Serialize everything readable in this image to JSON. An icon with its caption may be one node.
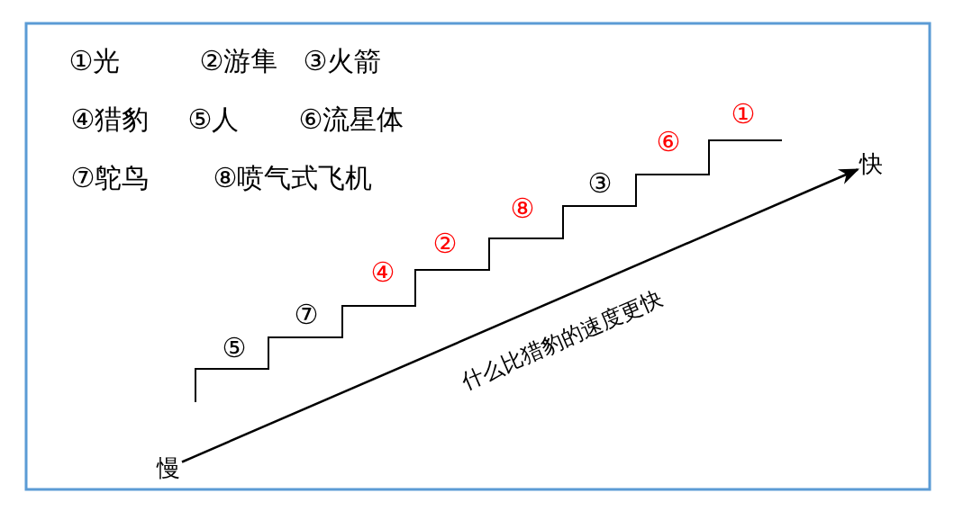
{
  "diagram": {
    "nodes": [
      {
        "text": [
          "慢"
        ]
      },
      {
        "text": [
          "快"
        ]
      }
    ],
    "edges": [
      {
        "from": 0,
        "to": 1,
        "arrow": "to",
        "label": "什么比猎豹的速度更快"
      }
    ],
    "labels": [
      "①光",
      "②游隼",
      "③火箭",
      "④猎豹",
      "⑤人",
      "⑥流星体",
      "⑦鸵鸟",
      "⑧喷气式飞机",
      "⑤",
      "⑦",
      "④",
      "②",
      "⑧",
      "③",
      "⑥",
      "①"
    ]
  }
}
